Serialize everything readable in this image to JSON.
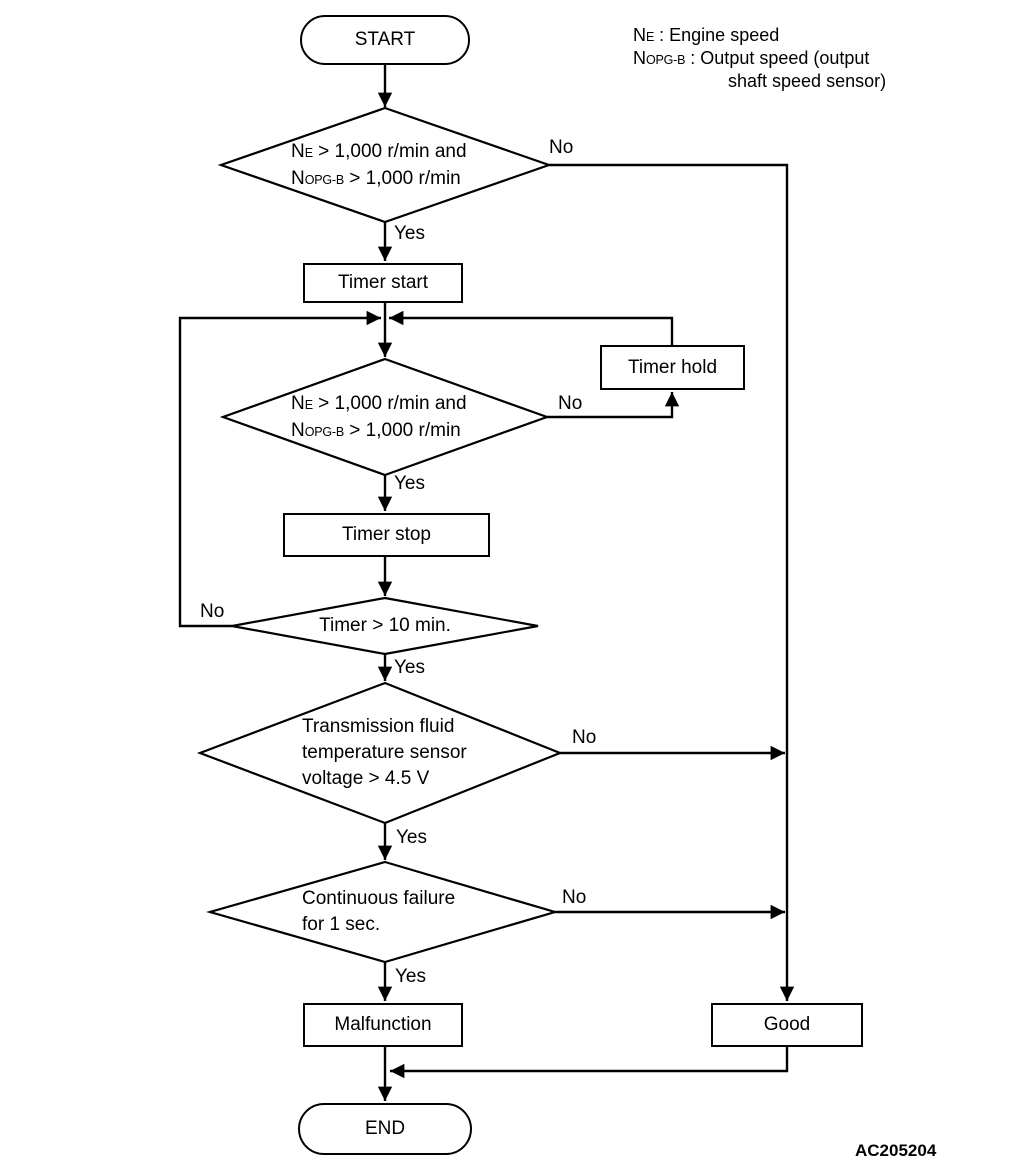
{
  "colors": {
    "line": "#000000",
    "background": "#ffffff"
  },
  "nodes": {
    "start": {
      "label": "START"
    },
    "decision_speed_1": {
      "l1_base": "N",
      "l1_sub": "E",
      "l1_rest": " > 1,000 r/min and",
      "l2_base": "N",
      "l2_sub": "OPG-B",
      "l2_rest": " > 1,000 r/min"
    },
    "timer_start": {
      "label": "Timer start"
    },
    "decision_speed_2": {
      "l1_base": "N",
      "l1_sub": "E",
      "l1_rest": " > 1,000 r/min and",
      "l2_base": "N",
      "l2_sub": "OPG-B",
      "l2_rest": " > 1,000 r/min"
    },
    "timer_hold": {
      "label": "Timer hold"
    },
    "timer_stop": {
      "label": "Timer stop"
    },
    "decision_timer": {
      "label": "Timer > 10 min."
    },
    "decision_fluid": {
      "l1": "Transmission fluid",
      "l2": "temperature sensor",
      "l3": "voltage > 4.5 V"
    },
    "decision_failure": {
      "l1": "Continuous failure",
      "l2": "for 1 sec."
    },
    "malfunction": {
      "label": "Malfunction"
    },
    "good": {
      "label": "Good"
    },
    "end": {
      "label": "END"
    }
  },
  "edge_labels": {
    "yes": "Yes",
    "no": "No"
  },
  "legend": {
    "engine_base": "N",
    "engine_sub": "E",
    "engine_rest": " : Engine speed",
    "output_base": "N",
    "output_sub": "OPG-B",
    "output_rest": " : Output speed (output",
    "output_cont": "shaft speed sensor)"
  },
  "figure_code": "AC205204"
}
